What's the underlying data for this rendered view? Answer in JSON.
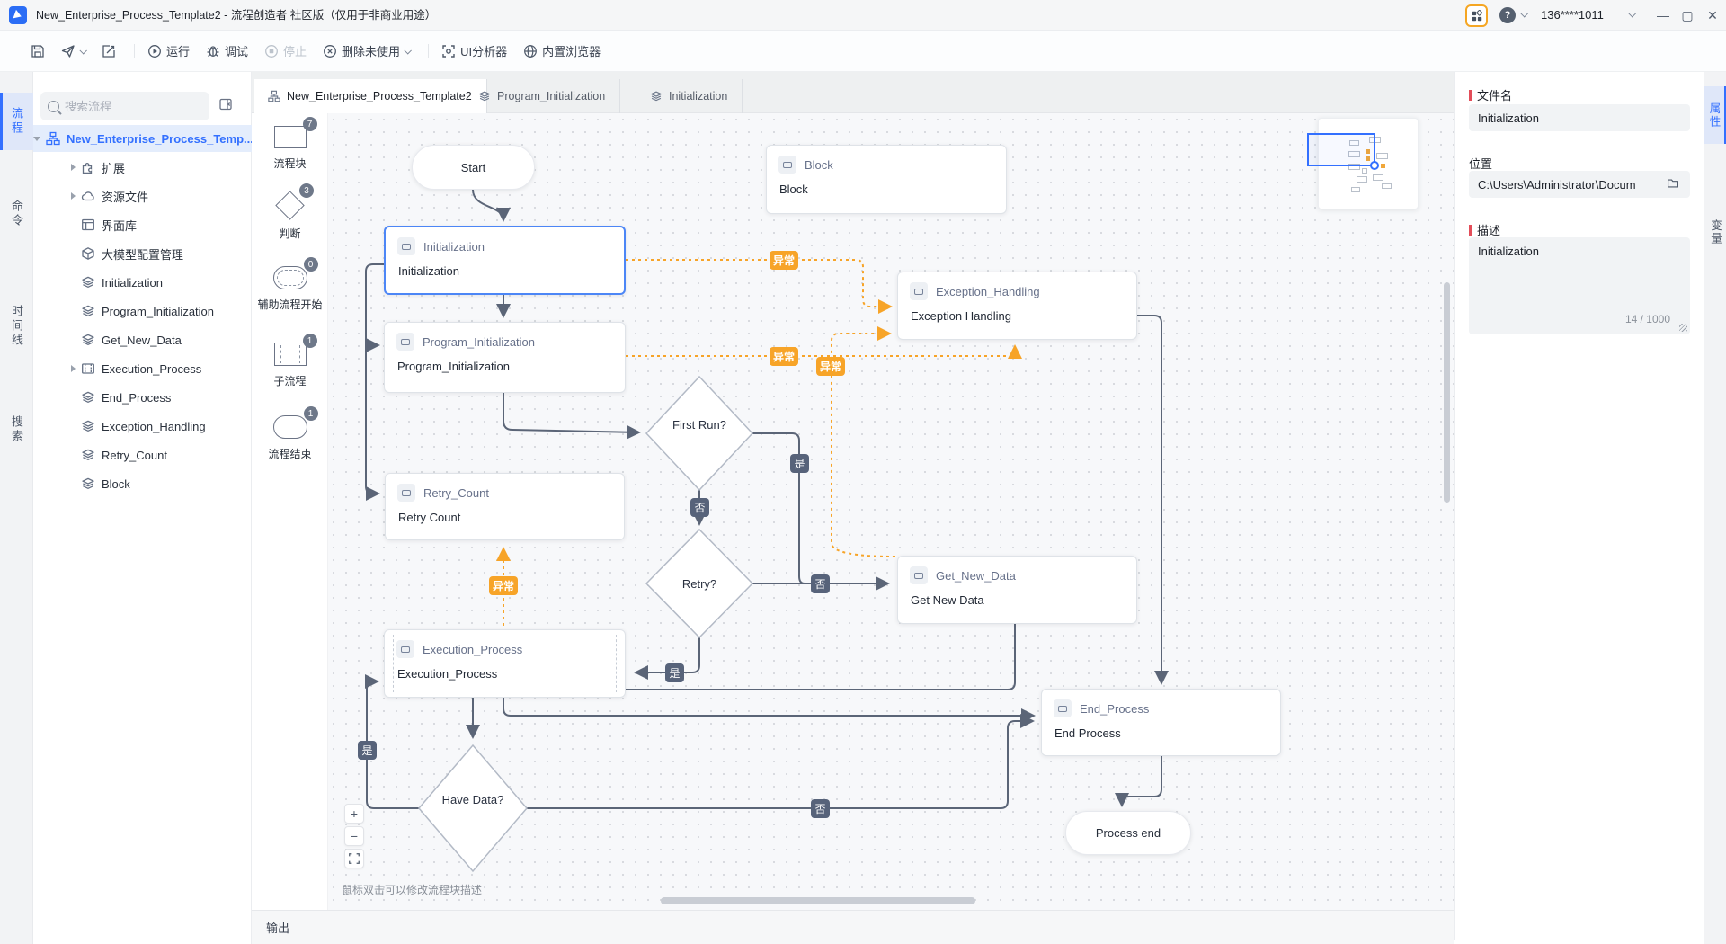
{
  "titlebar": {
    "title": "New_Enterprise_Process_Template2 - 流程创造者 社区版（仅用于非商业用途）",
    "account": "136****1011"
  },
  "toolbar": {
    "run": "运行",
    "debug": "调试",
    "stop": "停止",
    "delete_unused": "删除未使用",
    "ui_analyzer": "UI分析器",
    "browser": "内置浏览器"
  },
  "left_tabs": {
    "process": "流程",
    "command": "命令",
    "timeline": "时间线",
    "search": "搜索"
  },
  "sidebar": {
    "search_placeholder": "搜索流程",
    "items": [
      {
        "label": "New_Enterprise_Process_Temp..."
      },
      {
        "label": "扩展"
      },
      {
        "label": "资源文件"
      },
      {
        "label": "界面库"
      },
      {
        "label": "大模型配置管理"
      },
      {
        "label": "Initialization"
      },
      {
        "label": "Program_Initialization"
      },
      {
        "label": "Get_New_Data"
      },
      {
        "label": "Execution_Process"
      },
      {
        "label": "End_Process"
      },
      {
        "label": "Exception_Handling"
      },
      {
        "label": "Retry_Count"
      },
      {
        "label": "Block"
      }
    ]
  },
  "tabs": [
    {
      "label": "New_Enterprise_Process_Template2"
    },
    {
      "label": "Program_Initialization"
    },
    {
      "label": "Initialization"
    }
  ],
  "palette": {
    "items": [
      {
        "label": "流程块",
        "count": "7"
      },
      {
        "label": "判断",
        "count": "3"
      },
      {
        "label": "辅助流程开始",
        "count": "0"
      },
      {
        "label": "子流程",
        "count": "1"
      },
      {
        "label": "流程结束",
        "count": "1"
      }
    ]
  },
  "flow": {
    "start": "Start",
    "end": "Process end",
    "nodes": [
      {
        "title": "Block",
        "desc": "Block"
      },
      {
        "title": "Initialization",
        "desc": "Initialization"
      },
      {
        "title": "Program_Initialization",
        "desc": "Program_Initialization"
      },
      {
        "title": "Exception_Handling",
        "desc": "Exception Handling"
      },
      {
        "title": "Retry_Count",
        "desc": "Retry Count"
      },
      {
        "title": "Get_New_Data",
        "desc": "Get New Data"
      },
      {
        "title": "Execution_Process",
        "desc": "Execution_Process"
      },
      {
        "title": "End_Process",
        "desc": "End Process"
      }
    ],
    "decisions": [
      {
        "label": "First Run?"
      },
      {
        "label": "Retry?"
      },
      {
        "label": "Have Data?"
      }
    ],
    "labels": {
      "yes": "是",
      "no": "否",
      "exception": "异常"
    },
    "hint": "鼠标双击可以修改流程块描述"
  },
  "properties": {
    "tabs": {
      "properties": "属性",
      "variables": "变量"
    },
    "filename_label": "文件名",
    "filename": "Initialization",
    "location_label": "位置",
    "location": "C:\\Users\\Administrator\\Docum",
    "desc_label": "描述",
    "desc": "Initialization",
    "counter": "14 / 1000"
  },
  "output": {
    "label": "输出"
  },
  "colors": {
    "accent": "#3370ff",
    "exception": "#f7a428",
    "edge": "#5b6577",
    "selected_border": "#4c86f6"
  }
}
